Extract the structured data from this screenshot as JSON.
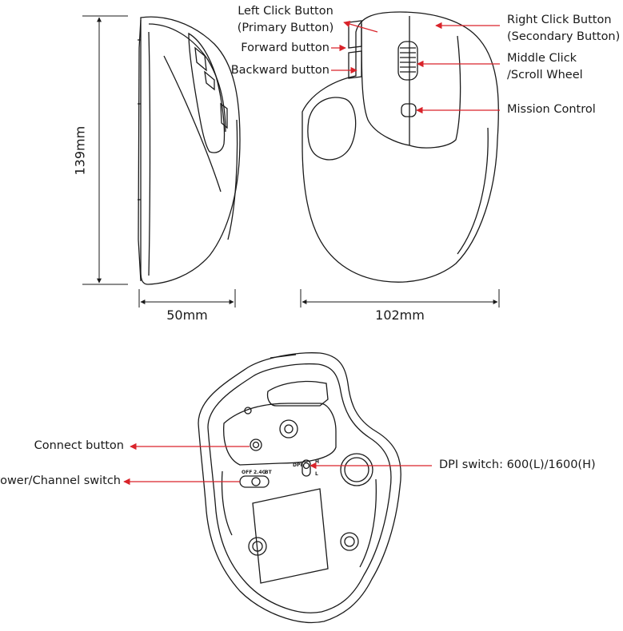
{
  "dimensions": {
    "height": "139mm",
    "side_width": "50mm",
    "top_width": "102mm"
  },
  "callouts": {
    "left_click": [
      "Left Click Button",
      "(Primary Button)"
    ],
    "forward": "Forward button",
    "backward": "Backward button",
    "right_click": [
      "Right Click Button",
      "(Secondary Button)"
    ],
    "middle_click": [
      "Middle Click",
      "/Scroll Wheel"
    ],
    "mission_control": "Mission Control",
    "connect": "Connect button",
    "power_channel": "Power/Channel switch",
    "dpi": "DPI switch: 600(L)/1600(H)"
  },
  "switch_marks": {
    "power_positions": [
      "OFF",
      "2.4G",
      "BT"
    ],
    "dpi_label": "DPI",
    "dpi_high": "H",
    "dpi_low": "L"
  },
  "colors": {
    "callout_red": "#d9232a",
    "outline": "#1a1a1a"
  }
}
